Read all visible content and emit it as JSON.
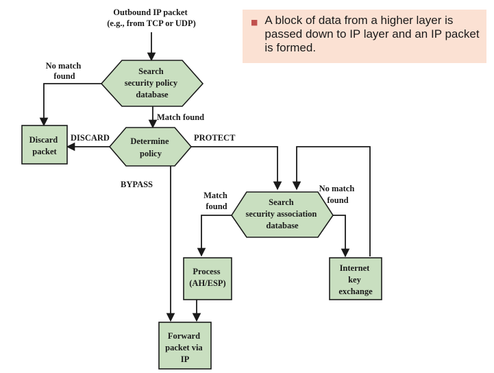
{
  "note": {
    "text": "A block of data from a higher layer is passed down to IP layer and an IP packet is formed."
  },
  "diagram": {
    "input_line1": "Outbound IP packet",
    "input_line2": "(e.g., from TCP or UDP)",
    "spd": [
      "Search",
      "security policy",
      "database"
    ],
    "no_match_1": [
      "No match",
      "found"
    ],
    "match_found_1": "Match found",
    "discard_box": [
      "Discard",
      "packet"
    ],
    "discard_label": "DISCARD",
    "determine": [
      "Determine",
      "policy"
    ],
    "protect_label": "PROTECT",
    "bypass_label": "BYPASS",
    "match_found_2": [
      "Match",
      "found"
    ],
    "sad": [
      "Search",
      "security association",
      "database"
    ],
    "no_match_2": [
      "No match",
      "found"
    ],
    "process_box": [
      "Process",
      "(AH/ESP)"
    ],
    "ike_box": [
      "Internet",
      "key",
      "exchange"
    ],
    "forward_box": [
      "Forward",
      "packet via",
      "IP"
    ]
  },
  "colors": {
    "shape_fill": "#c9dfc0",
    "note_background": "#fbe1d3",
    "bullet": "#c0504d"
  }
}
